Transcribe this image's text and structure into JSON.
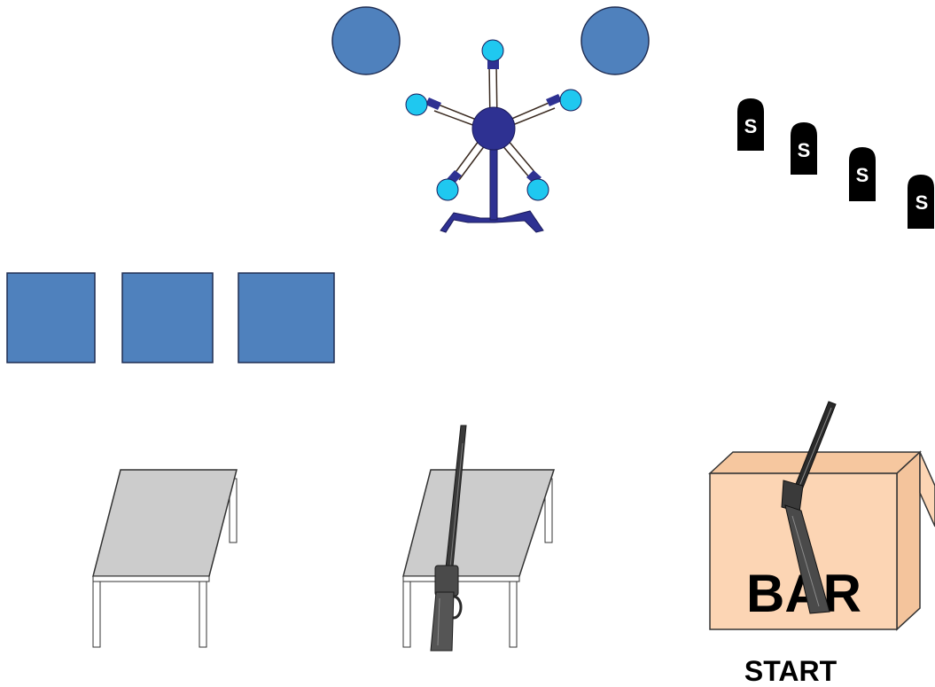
{
  "stage": {
    "title": "",
    "labels": {
      "bar": "BAR",
      "start": "START",
      "steel_marker": "S"
    }
  },
  "targets": {
    "plates": [
      {
        "shape": "circle",
        "name": "plate-left"
      },
      {
        "shape": "circle",
        "name": "plate-right"
      }
    ],
    "texas_star": {
      "arms": 5
    },
    "squares": [
      {
        "name": "square-1"
      },
      {
        "name": "square-2"
      },
      {
        "name": "square-3"
      }
    ],
    "steel_markers": [
      "S",
      "S",
      "S",
      "S"
    ]
  },
  "props": {
    "tables": [
      {
        "name": "table-left",
        "has_rifle": false
      },
      {
        "name": "table-center",
        "has_rifle": true
      }
    ],
    "bar_box": {
      "label": "BAR",
      "has_shotgun": true
    }
  },
  "colors": {
    "target_fill": "#4f81bd",
    "star_hub": "#2e3192",
    "star_tip": "#1fc8f0",
    "table_top": "#cccccc",
    "box_fill": "#fcd5b4",
    "box_side": "#f8cba5",
    "marker_fill": "#000000"
  }
}
